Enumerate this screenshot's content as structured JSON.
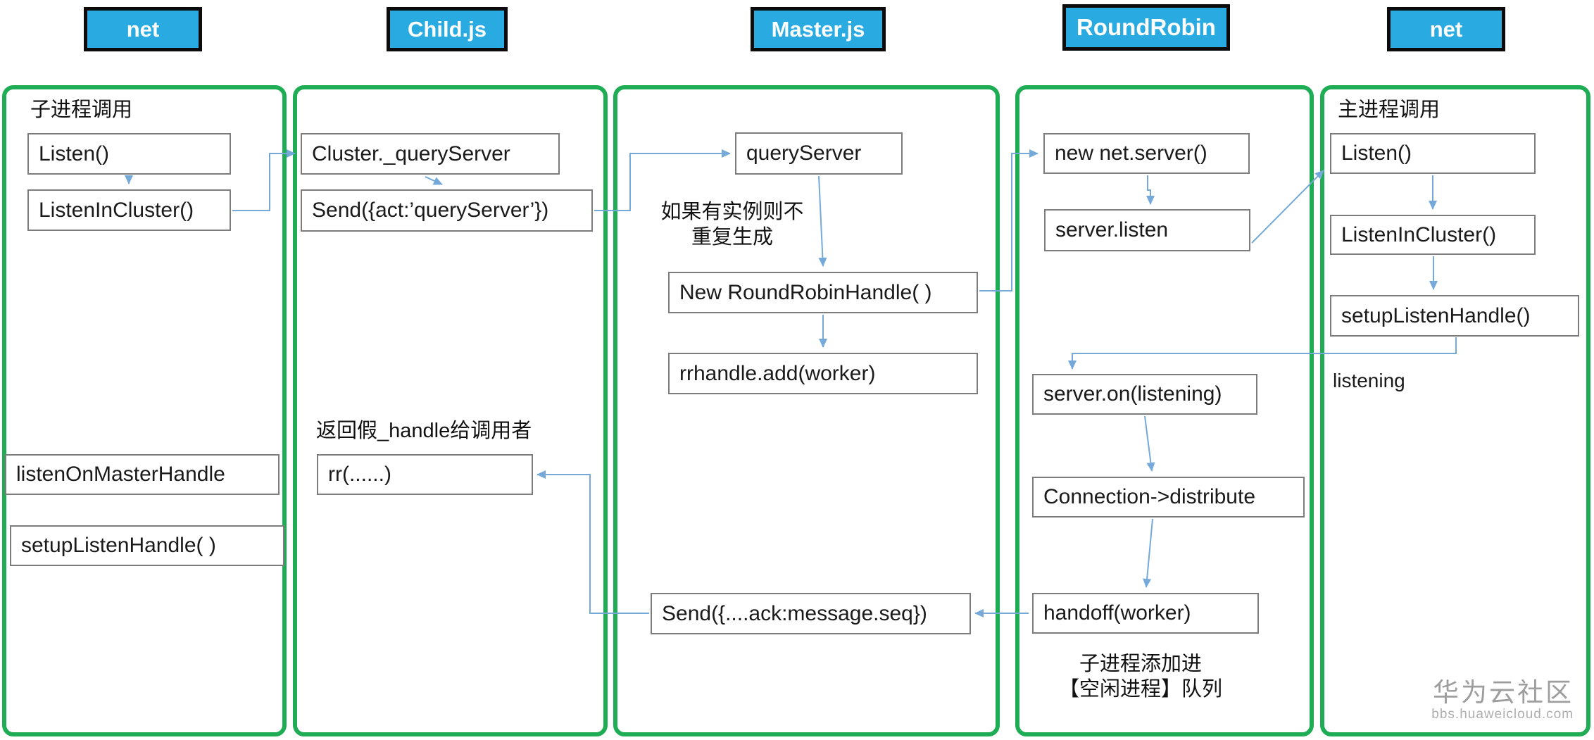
{
  "colors": {
    "lane_border": "#1EAD54",
    "header_bg": "#29ABE2",
    "header_border": "#0B0B0B",
    "header_text": "#FFFFFF",
    "box_border": "#7C7C7C",
    "box_text": "#1A1A1A",
    "arrow": "#74A9D9",
    "watermark": "#9E9E9E"
  },
  "lanes": [
    {
      "header": "net",
      "note": "子进程调用",
      "boxes": [
        {
          "label": "Listen()"
        },
        {
          "label": "ListenInCluster()"
        },
        {
          "label": "listenOnMasterHandle"
        },
        {
          "label": "setupListenHandle( )"
        }
      ]
    },
    {
      "header": "Child.js",
      "note": "返回假_handle给调用者",
      "boxes": [
        {
          "label": "Cluster._queryServer"
        },
        {
          "label": "Send({act:’queryServer’})"
        },
        {
          "label": "rr(......)"
        }
      ]
    },
    {
      "header": "Master.js",
      "note": "如果有实例则不\n重复生成",
      "boxes": [
        {
          "label": "queryServer"
        },
        {
          "label": "New RoundRobinHandle( )"
        },
        {
          "label": "rrhandle.add(worker)"
        },
        {
          "label": "Send({....ack:message.seq})"
        }
      ]
    },
    {
      "header": "RoundRobin",
      "note": "子进程添加进\n【空闲进程】队列",
      "boxes": [
        {
          "label": "new net.server()"
        },
        {
          "label": "server.listen"
        },
        {
          "label": "server.on(listening)"
        },
        {
          "label": "Connection->distribute"
        },
        {
          "label": "handoff(worker)"
        }
      ]
    },
    {
      "header": "net",
      "note": "主进程调用",
      "edge_label": "listening",
      "boxes": [
        {
          "label": "Listen()"
        },
        {
          "label": "ListenInCluster()"
        },
        {
          "label": "setupListenHandle()"
        }
      ]
    }
  ],
  "watermark": {
    "title": "华为云社区",
    "subtitle": "bbs.huaweicloud.com"
  }
}
